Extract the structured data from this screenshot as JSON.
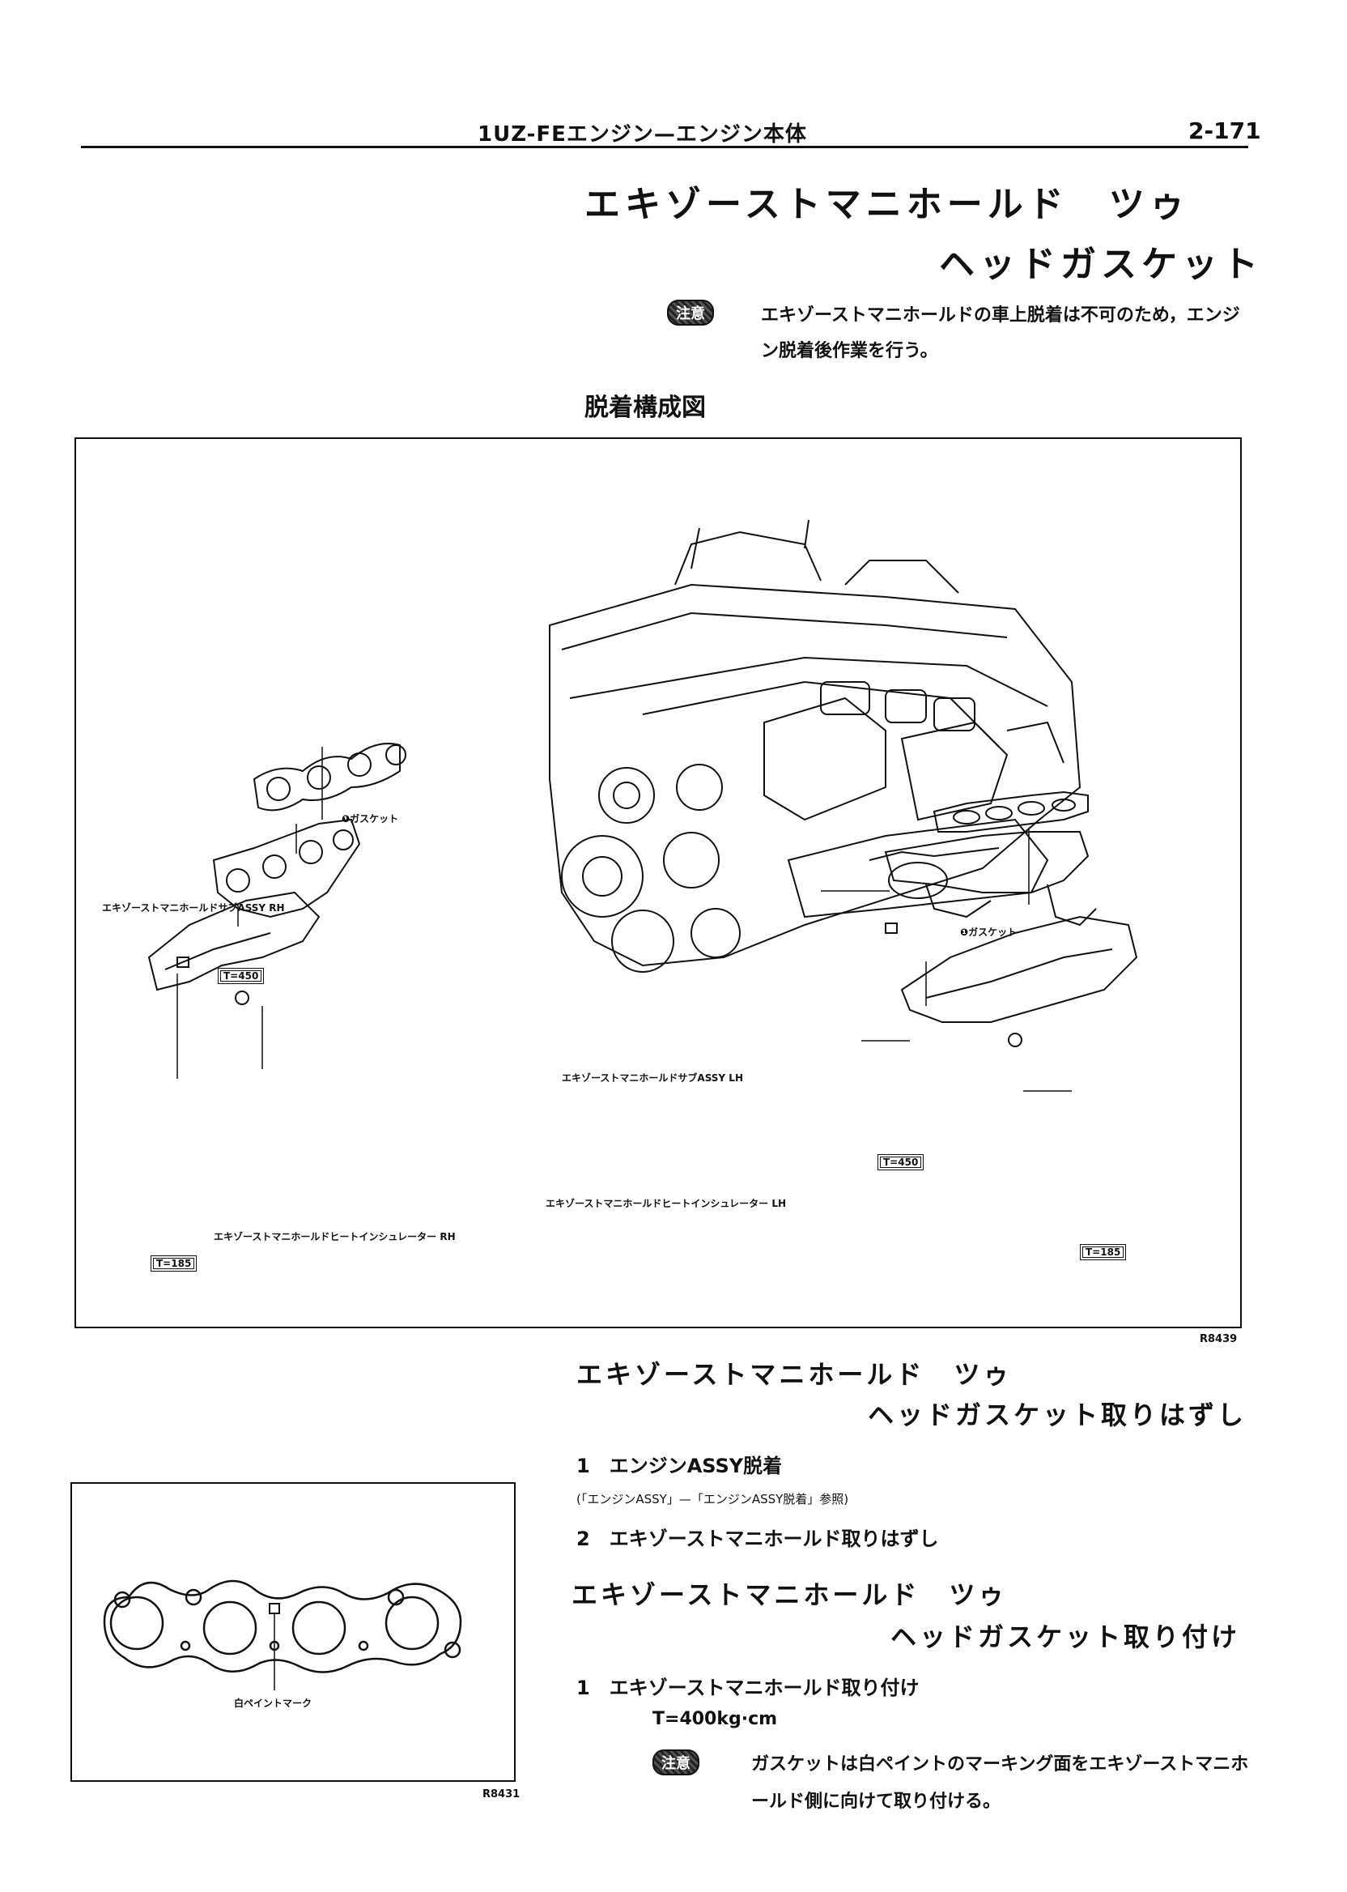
{
  "header": {
    "title": "1UZ-FEエンジン—エンジン本体",
    "page": "2-171"
  },
  "title": {
    "line1": "エキゾーストマニホールド　ツゥ",
    "line2": "ヘッドガスケット"
  },
  "note1": {
    "badge": "注意",
    "text": "エキゾーストマニホールドの車上脱着は不可のため，エンジン脱着後作業を行う。"
  },
  "diagram": {
    "title": "脱着構成図",
    "code": "R8439",
    "labels": {
      "gasket_rh": "❶ガスケット",
      "manifold_rh": "エキゾーストマニホールドサブASSY RH",
      "torque_450_rh": "T=450",
      "insulator_rh": "エキゾーストマニホールドヒートインシュレーター RH",
      "torque_185_rh": "T=185",
      "gasket_lh": "❶ガスケット",
      "manifold_lh": "エキゾーストマニホールドサブASSY LH",
      "torque_450_lh": "T=450",
      "insulator_lh": "エキゾーストマニホールドヒートインシュレーター LH",
      "torque_185_lh": "T=185"
    }
  },
  "removal": {
    "title_line1": "エキゾーストマニホールド　ツゥ",
    "title_line2": "ヘッドガスケット取りはずし",
    "step1": "1　エンジンASSY脱着",
    "step1_ref": "(「エンジンASSY」—「エンジンASSY脱着」参照)",
    "step2": "2　エキゾーストマニホールド取りはずし"
  },
  "install": {
    "title_line1": "エキゾーストマニホールド　ツゥ",
    "title_line2": "ヘッドガスケット取り付け",
    "step1": "1　エキゾーストマニホールド取り付け",
    "torque": "T=400kg·cm",
    "note_badge": "注意",
    "note_text": "ガスケットは白ペイントのマーキング面をエキゾーストマニホールド側に向けて取り付ける。"
  },
  "gasket_figure": {
    "label": "白ペイントマーク",
    "code": "R8431"
  }
}
